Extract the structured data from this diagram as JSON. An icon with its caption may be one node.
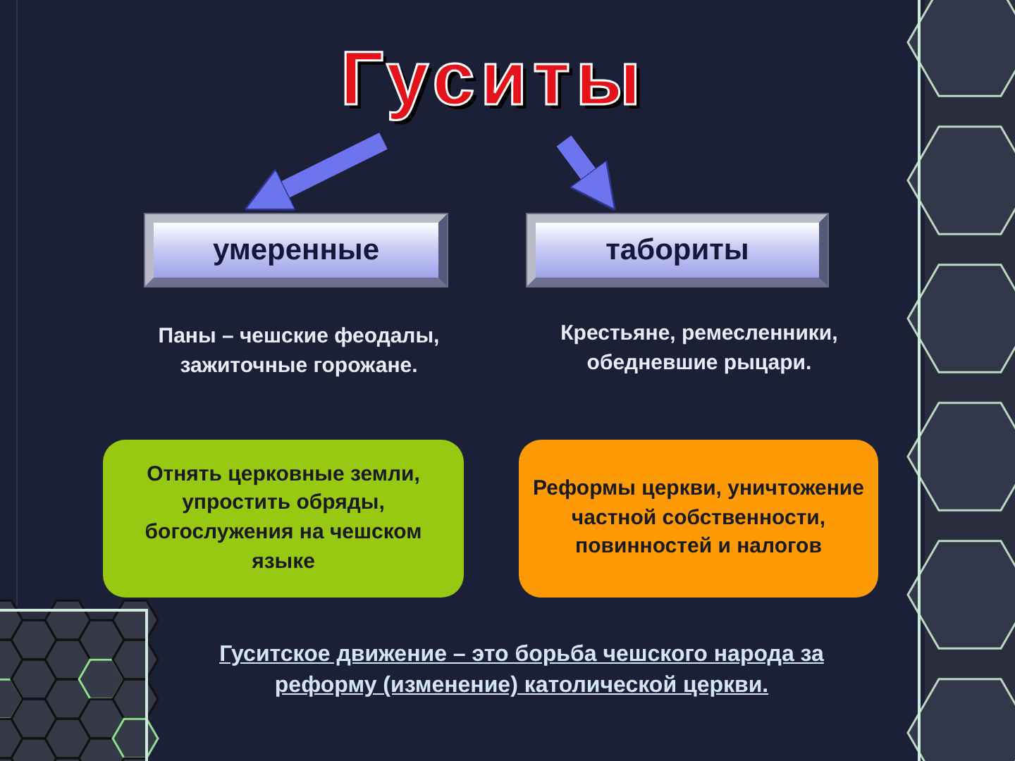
{
  "diagram": {
    "nodes": [
      {
        "text": [
          "Гуситы"
        ]
      },
      {
        "text": [
          "умеренные"
        ],
        "beside": [
          "Паны – чешские феодалы, зажиточные горожане."
        ]
      },
      {
        "text": [
          "табориты"
        ],
        "beside": [
          "Крестьяне, ремесленники, обедневшие рыцари."
        ]
      },
      {
        "text": [
          "Отнять церковные земли, упростить обряды, богослужения на чешском языке"
        ]
      },
      {
        "text": [
          "Реформы церкви, уничтожение частной собственности, повинностей и налогов"
        ]
      }
    ],
    "edges": [
      {
        "from": 0,
        "to": 1,
        "arrow": "to"
      },
      {
        "from": 0,
        "to": 2,
        "arrow": "to"
      }
    ],
    "labels": [
      "Гуситское движение – это борьба чешского народа за реформу (изменение) католической церкви."
    ]
  }
}
